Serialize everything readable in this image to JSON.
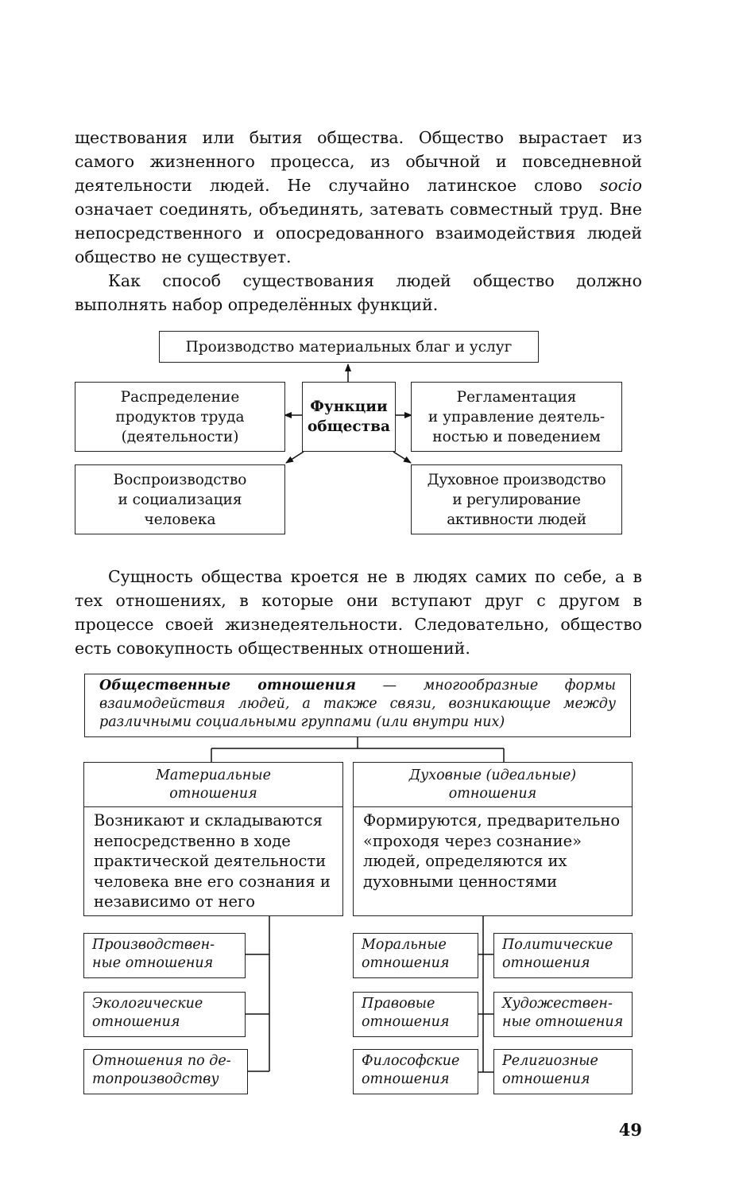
{
  "paragraphs": {
    "p1_a": "ществования или бытия общества. Общество вырастает из самого жизненного процесса, из обычной и повседневной деятельности людей. Не случайно латинское слово ",
    "p1_socio": "socio",
    "p1_b": " означает соединять, объединять, затевать совместный труд. Вне непосредственного и опосредованного взаимодействия людей общество не существует.",
    "p2": "Как способ существования людей общество должно выполнять набор определённых функций.",
    "p3": "Сущность общества кроется не в людях самих по себе, а в тех отношениях, в которые они вступают друг с другом в процессе своей жизнедеятельности. Следовательно, общество есть совокупность общественных отношений."
  },
  "functions_diagram": {
    "top": "Производство материальных благ и услуг",
    "center_line1": "Функции",
    "center_line2": "общества",
    "left_top": [
      "Распределение",
      "продуктов труда",
      "(деятельности)"
    ],
    "right_top": [
      "Регламентация",
      "и управление деятель-",
      "ностью и поведением"
    ],
    "left_bottom": [
      "Воспроизводство",
      "и социализация",
      "человека"
    ],
    "right_bottom": [
      "Духовное производство",
      "и регулирование",
      "активности людей"
    ]
  },
  "relations_diagram": {
    "definition_term": "Общественные отношения",
    "definition_text": " — многообразные формы взаимодействия людей, а также связи, возникающие между различными социальными группами (или внутри них)",
    "material_head": [
      "Материальные",
      "отношения"
    ],
    "material_desc": "Возникают и складываются непосредственно в ходе практической деятельности человека вне его сознания и независимо от него",
    "spiritual_head": [
      "Духовные (идеальные)",
      "отношения"
    ],
    "spiritual_desc": "Формируются, предварительно «проходя через сознание» людей, определяются их духовными ценностями",
    "material_items": [
      [
        "Производствен-",
        "ные отношения"
      ],
      [
        "Экологические",
        "отношения"
      ],
      [
        "Отношения по де-",
        "топроизводству"
      ]
    ],
    "spiritual_left_items": [
      [
        "Моральные",
        "отношения"
      ],
      [
        "Правовые",
        "отношения"
      ],
      [
        "Философские",
        "отношения"
      ]
    ],
    "spiritual_right_items": [
      [
        "Политические",
        "отношения"
      ],
      [
        "Художествен-",
        "ные отношения"
      ],
      [
        "Религиозные",
        "отношения"
      ]
    ]
  },
  "page_number": "49"
}
